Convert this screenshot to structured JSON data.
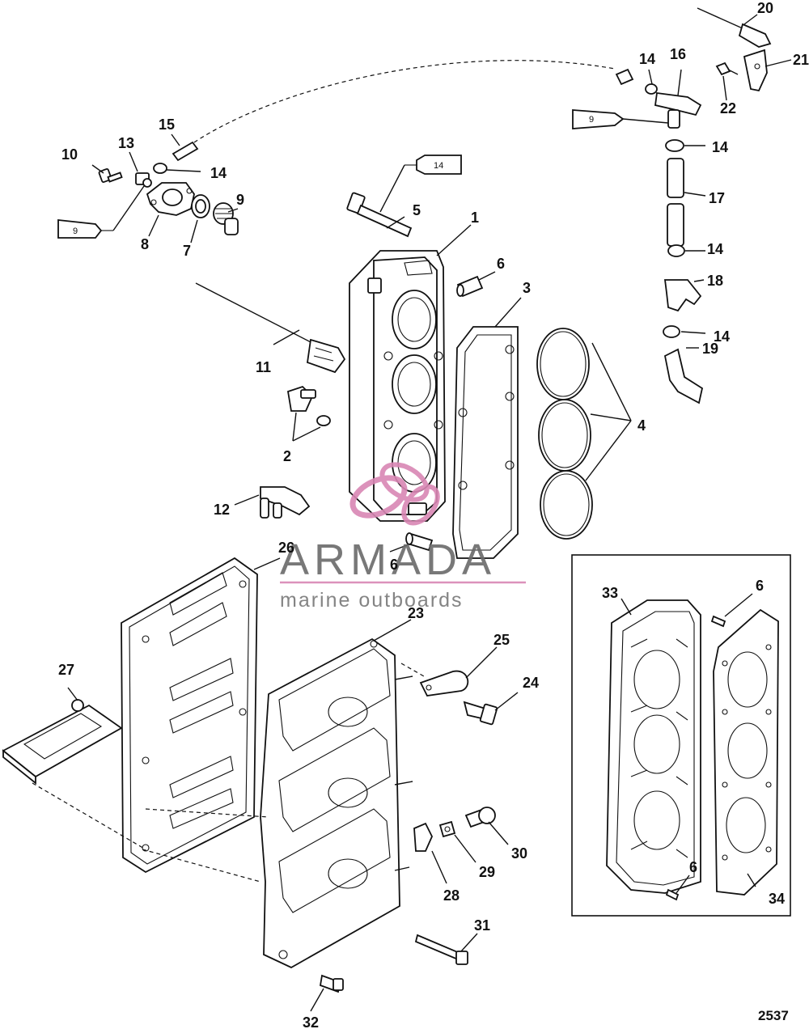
{
  "diagram": {
    "reference_number": "2537",
    "tube_labels": {
      "tube_9_left": "9",
      "tube_14_top": "14",
      "tube_9_right": "9"
    },
    "callouts": {
      "p1": "1",
      "p2": "2",
      "p3": "3",
      "p4": "4",
      "p5": "5",
      "p6a": "6",
      "p6b": "6",
      "p6c": "6",
      "p6d": "6",
      "p7": "7",
      "p8": "8",
      "p9": "9",
      "p10": "10",
      "p11": "11",
      "p12": "12",
      "p13": "13",
      "p14a": "14",
      "p14b": "14",
      "p14c": "14",
      "p14d": "14",
      "p14e": "14",
      "p15": "15",
      "p16": "16",
      "p17": "17",
      "p18": "18",
      "p19": "19",
      "p20": "20",
      "p21": "21",
      "p22": "22",
      "p23": "23",
      "p24": "24",
      "p25": "25",
      "p26": "26",
      "p27": "27",
      "p28": "28",
      "p29": "29",
      "p30": "30",
      "p31": "31",
      "p32": "32",
      "p33": "33",
      "p34": "34"
    }
  },
  "watermark": {
    "title": "ARMADA",
    "subtitle": "marine outboards",
    "accent_color": "#d987b4"
  }
}
